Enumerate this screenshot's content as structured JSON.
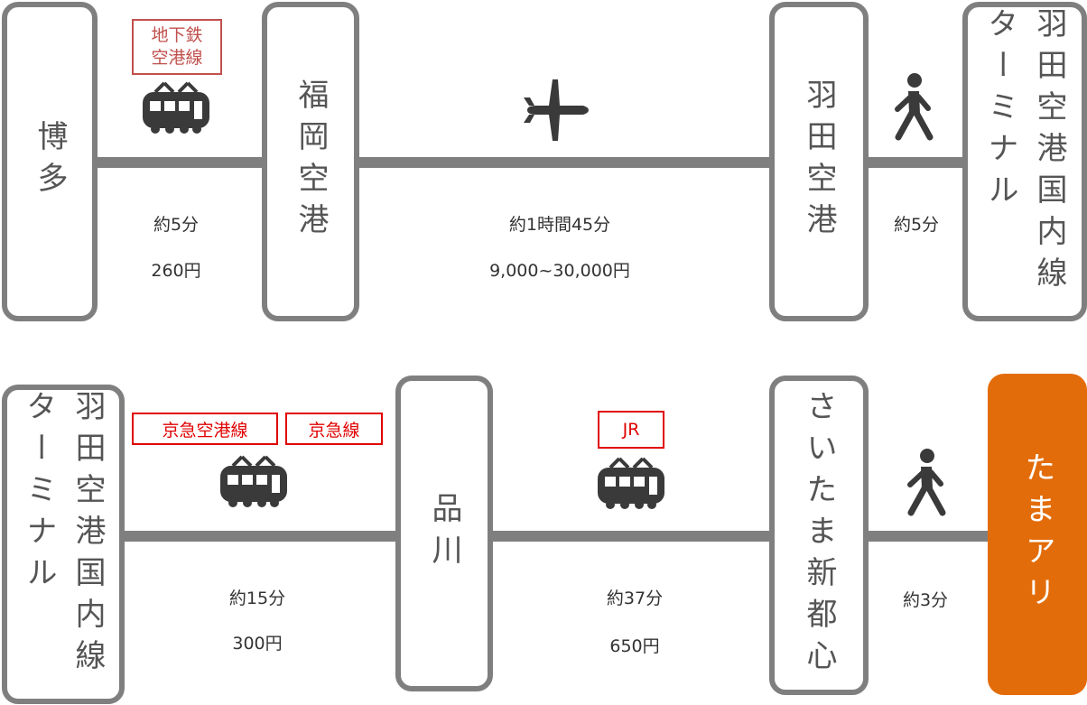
{
  "colors": {
    "line": "#7f7f7f",
    "station_border": "#7f7f7f",
    "destination": "#e36c0a",
    "icon": "#3a3a3a",
    "subway_badge": "#c0504d",
    "keikyu_badge": "#e00000",
    "jr_badge": "#e00000"
  },
  "row1": {
    "stations": [
      "博多",
      "福岡空港",
      "羽田空港",
      "羽田空港国内線ターミナル"
    ],
    "segments": [
      {
        "icon": "train-icon",
        "badges": [
          "地下鉄\n空港線"
        ],
        "time": "約5分",
        "fare": "260円"
      },
      {
        "icon": "airplane-icon",
        "badges": [],
        "time": "約1時間45分",
        "fare": "9,000~30,000円"
      },
      {
        "icon": "walking-person-icon",
        "badges": [],
        "time": "約5分",
        "fare": ""
      }
    ]
  },
  "row2": {
    "stations": [
      "羽田空港国内線ターミナル",
      "品川",
      "さいたま新都心",
      "たまアリ"
    ],
    "segments": [
      {
        "icon": "train-icon",
        "badges": [
          "京急空港線",
          "京急線"
        ],
        "time": "約15分",
        "fare": "300円"
      },
      {
        "icon": "train-icon",
        "badges": [
          "JR"
        ],
        "time": "約37分",
        "fare": "650円"
      },
      {
        "icon": "walking-person-icon",
        "badges": [],
        "time": "約3分",
        "fare": ""
      }
    ]
  }
}
